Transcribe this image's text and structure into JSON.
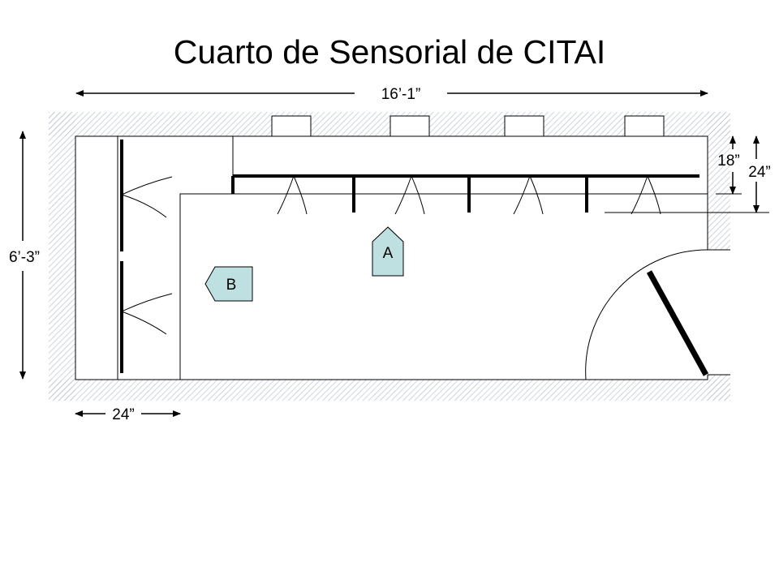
{
  "title": "Cuarto de Sensorial de CITAI",
  "dimensions": {
    "width_label": "16’-1”",
    "height_label": "6’-3”",
    "bottom_label": "24”",
    "right_inner_label": "18”",
    "right_outer_label": "24”"
  },
  "markers": {
    "a_label": "A",
    "b_label": "B"
  },
  "colors": {
    "hatch": "#b8c4d0",
    "marker_fill": "#bfe0e0",
    "line": "#000000"
  }
}
